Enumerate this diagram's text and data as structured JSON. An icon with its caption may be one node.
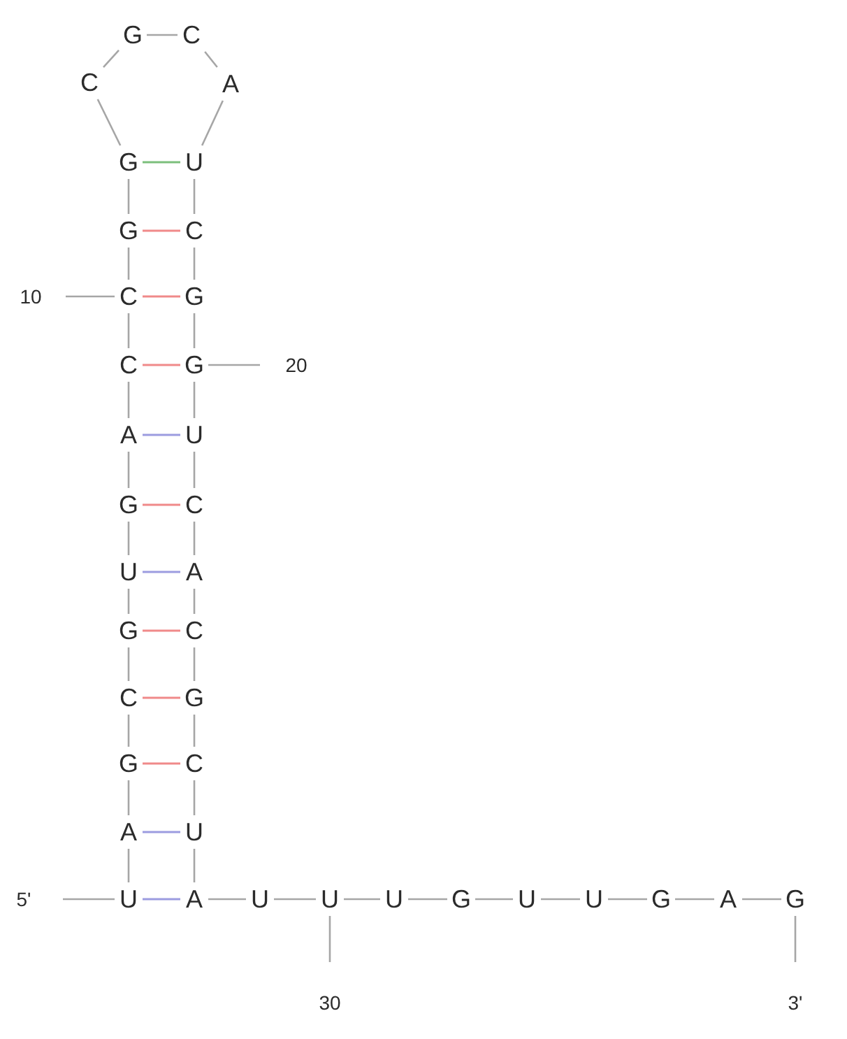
{
  "diagram": {
    "nodes": [
      {
        "text": [
          "U"
        ]
      },
      {
        "text": [
          "A"
        ]
      },
      {
        "text": [
          "G"
        ]
      },
      {
        "text": [
          "C"
        ]
      },
      {
        "text": [
          "G"
        ]
      },
      {
        "text": [
          "U"
        ]
      },
      {
        "text": [
          "G"
        ]
      },
      {
        "text": [
          "A"
        ]
      },
      {
        "text": [
          "C"
        ]
      },
      {
        "text": [
          "C"
        ]
      },
      {
        "text": [
          "G"
        ]
      },
      {
        "text": [
          "G"
        ]
      },
      {
        "text": [
          "C"
        ]
      },
      {
        "text": [
          "G"
        ]
      },
      {
        "text": [
          "C"
        ]
      },
      {
        "text": [
          "A"
        ]
      },
      {
        "text": [
          "U"
        ]
      },
      {
        "text": [
          "C"
        ]
      },
      {
        "text": [
          "G"
        ]
      },
      {
        "text": [
          "G"
        ]
      },
      {
        "text": [
          "U"
        ]
      },
      {
        "text": [
          "C"
        ]
      },
      {
        "text": [
          "A"
        ]
      },
      {
        "text": [
          "C"
        ]
      },
      {
        "text": [
          "G"
        ]
      },
      {
        "text": [
          "C"
        ]
      },
      {
        "text": [
          "U"
        ]
      },
      {
        "text": [
          "A"
        ]
      },
      {
        "text": [
          "U"
        ]
      },
      {
        "text": [
          "U"
        ]
      },
      {
        "text": [
          "U"
        ]
      },
      {
        "text": [
          "G"
        ]
      },
      {
        "text": [
          "U"
        ]
      },
      {
        "text": [
          "U"
        ]
      },
      {
        "text": [
          "G"
        ]
      },
      {
        "text": [
          "A"
        ]
      },
      {
        "text": [
          "G"
        ]
      },
      {
        "text": [
          "5'"
        ]
      },
      {
        "text": [
          "10"
        ]
      },
      {
        "text": [
          "20"
        ]
      },
      {
        "text": [
          "30"
        ]
      },
      {
        "text": [
          "3'"
        ]
      }
    ],
    "edges": [
      {
        "from": 0,
        "to": 1,
        "arrow": "none"
      },
      {
        "from": 1,
        "to": 2,
        "arrow": "none"
      },
      {
        "from": 2,
        "to": 3,
        "arrow": "none"
      },
      {
        "from": 3,
        "to": 4,
        "arrow": "none"
      },
      {
        "from": 4,
        "to": 5,
        "arrow": "none"
      },
      {
        "from": 5,
        "to": 6,
        "arrow": "none"
      },
      {
        "from": 6,
        "to": 7,
        "arrow": "none"
      },
      {
        "from": 7,
        "to": 8,
        "arrow": "none"
      },
      {
        "from": 8,
        "to": 9,
        "arrow": "none"
      },
      {
        "from": 9,
        "to": 10,
        "arrow": "none"
      },
      {
        "from": 10,
        "to": 11,
        "arrow": "none"
      },
      {
        "from": 11,
        "to": 12,
        "arrow": "none"
      },
      {
        "from": 12,
        "to": 13,
        "arrow": "none"
      },
      {
        "from": 13,
        "to": 14,
        "arrow": "none"
      },
      {
        "from": 14,
        "to": 15,
        "arrow": "none"
      },
      {
        "from": 15,
        "to": 16,
        "arrow": "none"
      },
      {
        "from": 16,
        "to": 17,
        "arrow": "none"
      },
      {
        "from": 17,
        "to": 18,
        "arrow": "none"
      },
      {
        "from": 18,
        "to": 19,
        "arrow": "none"
      },
      {
        "from": 19,
        "to": 20,
        "arrow": "none"
      },
      {
        "from": 20,
        "to": 21,
        "arrow": "none"
      },
      {
        "from": 21,
        "to": 22,
        "arrow": "none"
      },
      {
        "from": 22,
        "to": 23,
        "arrow": "none"
      },
      {
        "from": 23,
        "to": 24,
        "arrow": "none"
      },
      {
        "from": 24,
        "to": 25,
        "arrow": "none"
      },
      {
        "from": 25,
        "to": 26,
        "arrow": "none"
      },
      {
        "from": 26,
        "to": 27,
        "arrow": "none"
      },
      {
        "from": 27,
        "to": 28,
        "arrow": "none"
      },
      {
        "from": 28,
        "to": 29,
        "arrow": "none"
      },
      {
        "from": 29,
        "to": 30,
        "arrow": "none"
      },
      {
        "from": 30,
        "to": 31,
        "arrow": "none"
      },
      {
        "from": 31,
        "to": 32,
        "arrow": "none"
      },
      {
        "from": 32,
        "to": 33,
        "arrow": "none"
      },
      {
        "from": 33,
        "to": 34,
        "arrow": "none"
      },
      {
        "from": 34,
        "to": 35,
        "arrow": "none"
      },
      {
        "from": 35,
        "to": 36,
        "arrow": "none"
      },
      {
        "from": 0,
        "to": 27,
        "arrow": "none",
        "color": "#9c9ce0"
      },
      {
        "from": 1,
        "to": 26,
        "arrow": "none",
        "color": "#9c9ce0"
      },
      {
        "from": 2,
        "to": 25,
        "arrow": "none",
        "color": "#f08a8a"
      },
      {
        "from": 3,
        "to": 24,
        "arrow": "none",
        "color": "#f08a8a"
      },
      {
        "from": 4,
        "to": 23,
        "arrow": "none",
        "color": "#f08a8a"
      },
      {
        "from": 5,
        "to": 22,
        "arrow": "none",
        "color": "#9c9ce0"
      },
      {
        "from": 6,
        "to": 21,
        "arrow": "none",
        "color": "#f08a8a"
      },
      {
        "from": 7,
        "to": 20,
        "arrow": "none",
        "color": "#9c9ce0"
      },
      {
        "from": 8,
        "to": 19,
        "arrow": "none",
        "color": "#f08a8a"
      },
      {
        "from": 9,
        "to": 18,
        "arrow": "none",
        "color": "#f08a8a"
      },
      {
        "from": 10,
        "to": 17,
        "arrow": "none",
        "color": "#f08a8a"
      },
      {
        "from": 11,
        "to": 16,
        "arrow": "none",
        "color": "#7cbf7c"
      },
      {
        "from": 37,
        "to": 0,
        "arrow": "none"
      },
      {
        "from": 38,
        "to": 9,
        "arrow": "none"
      },
      {
        "from": 19,
        "to": 39,
        "arrow": "none"
      },
      {
        "from": 29,
        "to": 40,
        "arrow": "none"
      },
      {
        "from": 36,
        "to": 41,
        "arrow": "none"
      }
    ]
  }
}
